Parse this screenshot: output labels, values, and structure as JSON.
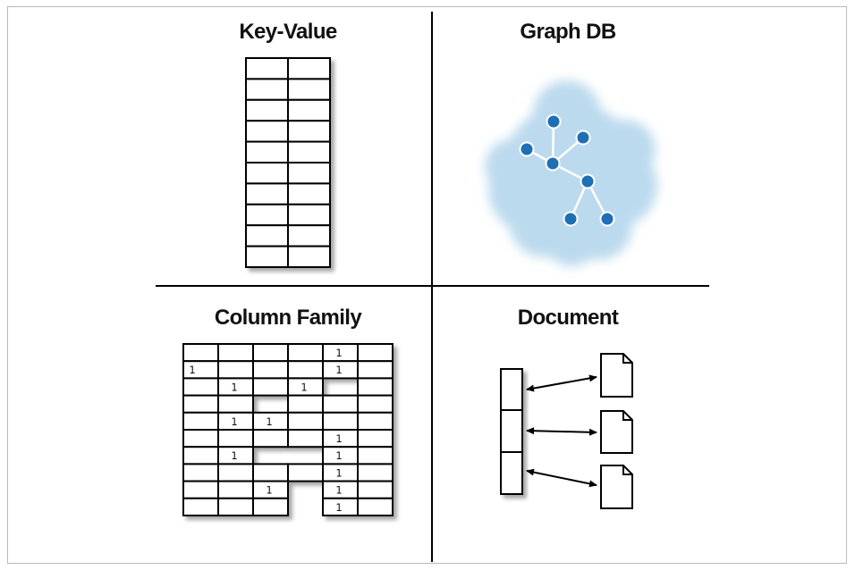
{
  "quadrants": {
    "key_value": {
      "title": "Key-Value",
      "rows": 10
    },
    "graph_db": {
      "title": "Graph DB"
    },
    "column_family": {
      "title": "Column Family",
      "columns": 6,
      "rows": [
        {
          "cells": [
            0,
            1,
            2,
            3,
            4,
            5
          ],
          "ones": [
            4
          ]
        },
        {
          "cells": [
            0,
            1,
            2,
            3,
            4,
            5
          ],
          "ones": [
            0,
            4
          ]
        },
        {
          "cells": [
            0,
            1,
            2,
            3,
            5
          ],
          "ones": [
            1,
            3
          ]
        },
        {
          "cells": [
            0,
            1,
            3,
            4,
            5
          ],
          "ones": []
        },
        {
          "cells": [
            0,
            1,
            2,
            3,
            4,
            5
          ],
          "ones": [
            1,
            2
          ]
        },
        {
          "cells": [
            0,
            1,
            2,
            3,
            4,
            5
          ],
          "ones": [
            4
          ]
        },
        {
          "cells": [
            0,
            1,
            4,
            5
          ],
          "ones": [
            1,
            4
          ]
        },
        {
          "cells": [
            0,
            1,
            2,
            3,
            4,
            5
          ],
          "ones": [
            4
          ]
        },
        {
          "cells": [
            0,
            1,
            2,
            4,
            5
          ],
          "ones": [
            2,
            4
          ]
        },
        {
          "cells": [
            0,
            1,
            2,
            4,
            5
          ],
          "ones": [
            4
          ]
        }
      ],
      "one_label": "1"
    },
    "document": {
      "title": "Document",
      "slots": 3
    }
  },
  "colors": {
    "cloud": "#bcdaee",
    "node": "#1f6fb5",
    "edge": "#ffffff",
    "line": "#000000"
  }
}
